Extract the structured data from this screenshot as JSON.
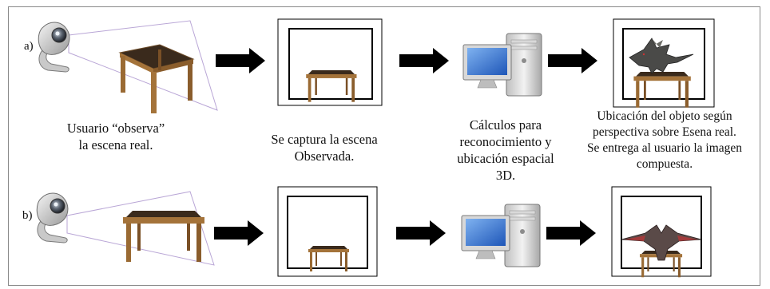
{
  "rows": [
    {
      "label": "a)"
    },
    {
      "label": "b)"
    }
  ],
  "captions": {
    "observe": [
      "Usuario “observa”",
      "la escena real."
    ],
    "capture": [
      "Se captura la escena",
      "Observada."
    ],
    "compute": [
      "Cálculos para",
      "reconocimiento y",
      "ubicación espacial",
      "3D."
    ],
    "result": [
      "Ubicación del objeto según",
      "perspectiva sobre Esena real.",
      "Se entrega al usuario la imagen",
      "compuesta."
    ]
  },
  "colors": {
    "arrow": "#000000",
    "table_wood": "#9a6a33",
    "table_top": "#3a2a1c",
    "screen": "#2f6fd0",
    "fov_line": "#b9a6d6"
  },
  "icons": [
    "webcam-icon",
    "table-icon",
    "arrow-icon",
    "computer-icon",
    "dragon-icon"
  ]
}
